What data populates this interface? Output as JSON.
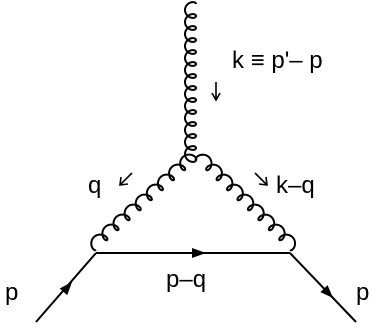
{
  "labels": {
    "top_gluon": "k ≡ p'– p",
    "left_gluon": "q",
    "right_gluon": "k–q",
    "incoming": "p",
    "outgoing": "p",
    "propagator": "p–q"
  },
  "colors": {
    "line": "#000000",
    "background": "#ffffff"
  },
  "icons": {
    "top_momentum_arrow": "arrow-down-icon",
    "left_momentum_arrow": "arrow-down-left-icon",
    "right_momentum_arrow": "arrow-down-right-icon"
  }
}
